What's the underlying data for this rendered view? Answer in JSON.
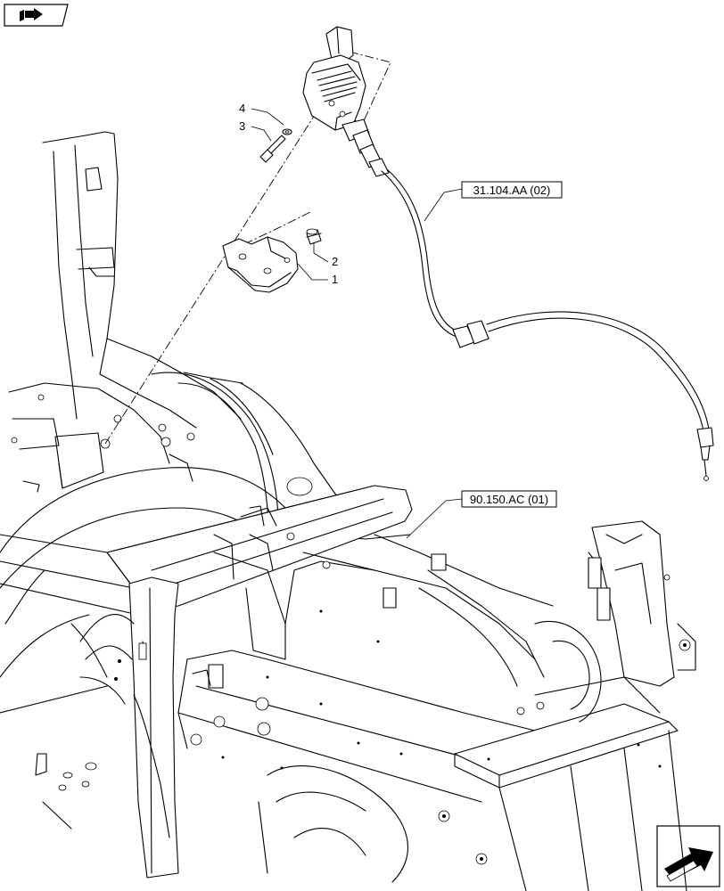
{
  "callouts": [
    {
      "id": "1",
      "label": "1"
    },
    {
      "id": "2",
      "label": "2"
    },
    {
      "id": "3",
      "label": "3"
    },
    {
      "id": "4",
      "label": "4"
    }
  ],
  "references": [
    {
      "id": "ref1",
      "label": "31.104.AA (02)"
    },
    {
      "id": "ref2",
      "label": "90.150.AC (01)"
    }
  ],
  "icons": {
    "top_left": "book-arrow-icon",
    "bottom_right": "next-page-arrow-icon"
  }
}
